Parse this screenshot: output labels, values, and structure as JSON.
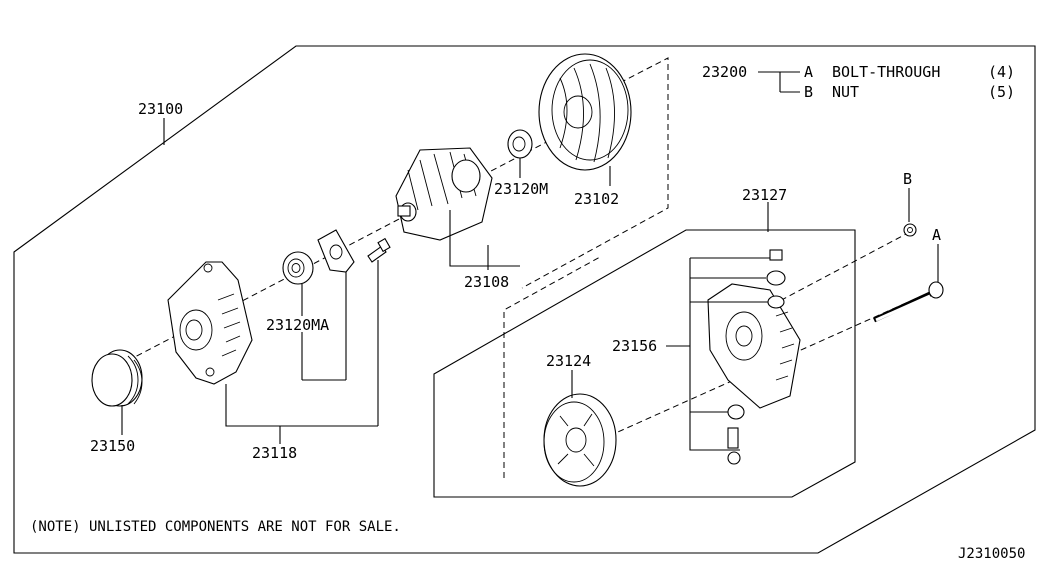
{
  "labels": {
    "p23100": "23100",
    "p23102": "23102",
    "p23108": "23108",
    "p23118": "23118",
    "p23120M": "23120M",
    "p23120MA": "23120MA",
    "p23124": "23124",
    "p23127": "23127",
    "p23150": "23150",
    "p23156": "23156",
    "p23200": "23200"
  },
  "legend": {
    "a_letter": "A",
    "a_text": "BOLT-THROUGH",
    "a_qty": "(4)",
    "b_letter": "B",
    "b_text": "NUT",
    "b_qty": "(5)"
  },
  "callouts": {
    "a": "A",
    "b": "B"
  },
  "note": "(NOTE) UNLISTED COMPONENTS ARE NOT FOR SALE.",
  "diagram_code": "J2310050"
}
